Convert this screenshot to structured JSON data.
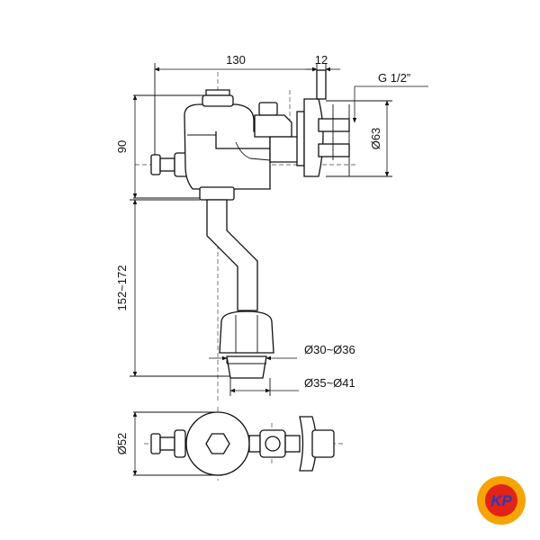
{
  "drawing": {
    "dimensions": {
      "width_overall": "130",
      "flange_thickness": "12",
      "thread": "G 1/2”",
      "height_top": "90",
      "flange_diameter": "Ø63",
      "pipe_length": "152~172",
      "outlet_inner_diameter": "Ø30~Ø36",
      "outlet_outer_diameter": "Ø35~Ø41",
      "body_diameter": "Ø52"
    }
  },
  "logo": {
    "text": "KP",
    "colors": {
      "ring": "#f5a400",
      "core": "#e32219",
      "letter": "#1f3fbf"
    }
  }
}
